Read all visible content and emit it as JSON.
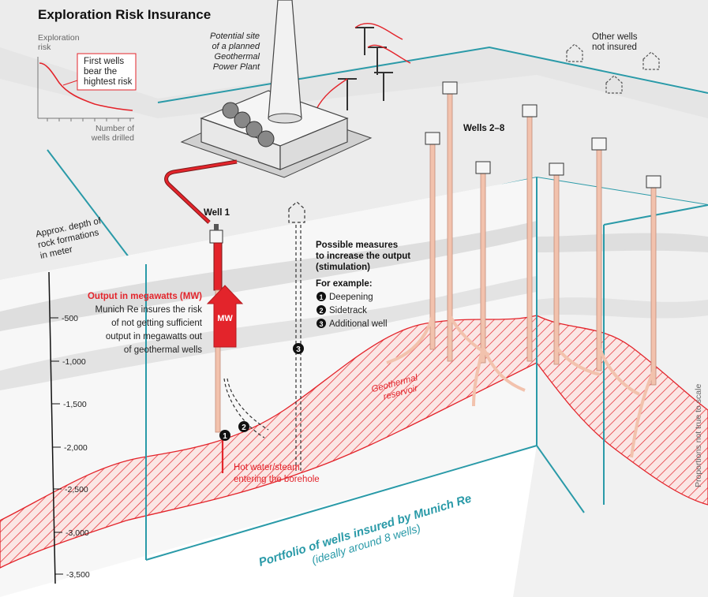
{
  "title": "Exploration Risk Insurance",
  "inset_chart": {
    "y_label_line1": "Exploration",
    "y_label_line2": "risk",
    "callout_line1": "First wells",
    "callout_line2": "bear the",
    "callout_line3": "hightest risk",
    "x_label_line1": "Number of",
    "x_label_line2": "wells drilled"
  },
  "power_plant": {
    "line1": "Potential site",
    "line2": "of a planned",
    "line3": "Geothermal",
    "line4": "Power Plant"
  },
  "other_wells": {
    "line1": "Other wells",
    "line2": "not insured"
  },
  "wells_2_8": "Wells 2–8",
  "well_1": "Well 1",
  "depth_axis": {
    "label_line1": "Approx. depth of",
    "label_line2": "rock formations",
    "label_line3": "in meter",
    "ticks": [
      "-500",
      "-1,000",
      "-1,500",
      "-2,000",
      "-2,500",
      "-3,000",
      "-3,500"
    ]
  },
  "output": {
    "heading": "Output in megawatts (MW)",
    "line1": "Munich Re insures the risk",
    "line2": "of not getting sufficient",
    "line3": "output in megawatts out",
    "line4": "of geothermal wells",
    "arrow_label": "MW"
  },
  "measures": {
    "heading_line1": "Possible measures",
    "heading_line2": "to increase the output",
    "heading_line3": "(stimulation)",
    "example_heading": "For example:",
    "items": [
      {
        "num": "1",
        "label": "Deepening"
      },
      {
        "num": "2",
        "label": "Sidetrack"
      },
      {
        "num": "3",
        "label": "Additional well"
      }
    ]
  },
  "reservoir": {
    "line1": "Geothermal",
    "line2": "reservoir"
  },
  "hot_water": {
    "line1": "Hot water/steam",
    "line2": "entering the borehole"
  },
  "portfolio": {
    "line1": "Portfolio of wells insured by Munich Re",
    "line2": "(ideally around 8 wells)"
  },
  "side_note": "Proportions not true to scale",
  "colors": {
    "red": "#e3242b",
    "teal": "#2a9aa8",
    "well_pipe": "#f2c2ad"
  }
}
